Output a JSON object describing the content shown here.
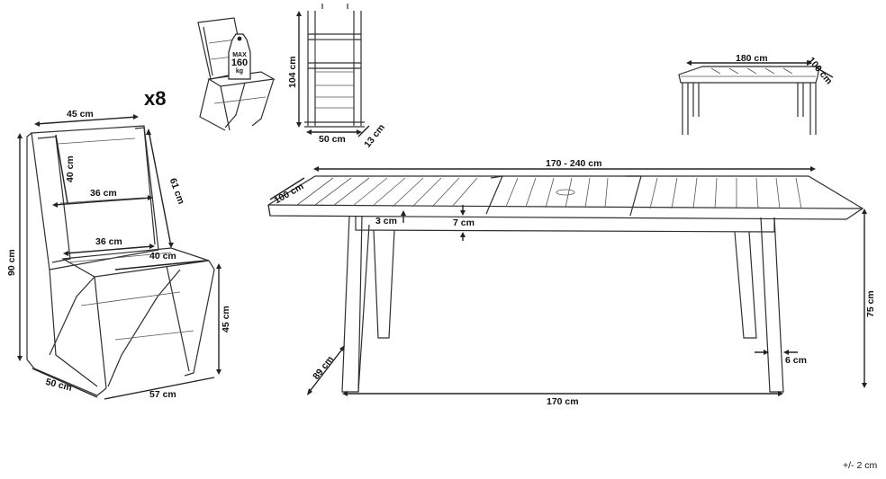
{
  "quantity_label": "x8",
  "weight_badge": {
    "top": "MAX",
    "value": "160",
    "unit": "kg"
  },
  "tolerance": "+/- 2 cm",
  "chair_dims": {
    "back_width": "45 cm",
    "back_height": "40 cm",
    "back_inner_width": "36 cm",
    "back_length": "61 cm",
    "total_height": "90 cm",
    "seat_width": "36 cm",
    "seat_depth": "40 cm",
    "seat_height": "45 cm",
    "base_width": "50 cm",
    "base_depth": "57 cm"
  },
  "folded_chair_dims": {
    "height": "104 cm",
    "width": "50 cm",
    "depth": "13 cm"
  },
  "small_table_dims": {
    "length": "180 cm",
    "width": "100 cm"
  },
  "table_dims": {
    "length": "170 - 240 cm",
    "width": "100 cm",
    "top_thickness": "3 cm",
    "apron_height": "7 cm",
    "height": "75 cm",
    "leg_span": "170 cm",
    "diagonal": "89 cm",
    "leg_width": "6 cm"
  }
}
